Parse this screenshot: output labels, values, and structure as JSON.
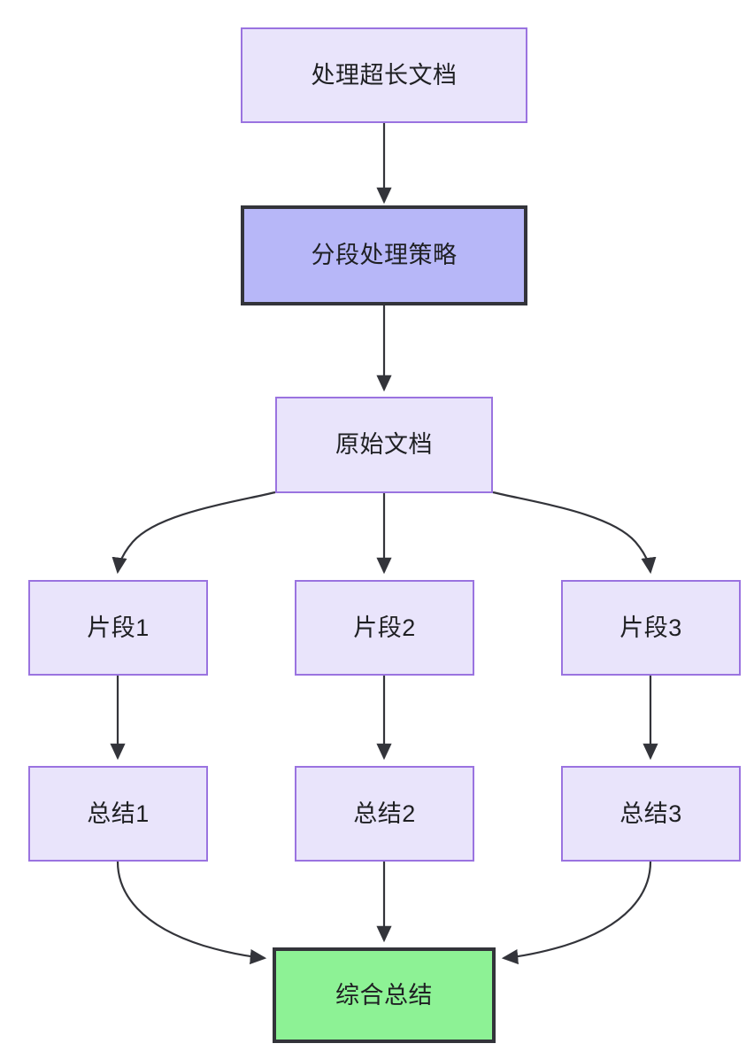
{
  "diagram": {
    "type": "flowchart",
    "direction": "top-down",
    "background_color": "#ffffff",
    "styles": {
      "normal_fill": "#e9e4fb",
      "normal_stroke": "#9a73e0",
      "highlight_fill": "#b7b7f8",
      "highlight_stroke": "#33343a",
      "result_fill": "#8df295",
      "result_stroke": "#33343a",
      "edge_color": "#33343a",
      "text_color": "#1f2023"
    },
    "nodes": [
      {
        "id": "n1",
        "label": "处理超长文档",
        "style": "normal"
      },
      {
        "id": "n2",
        "label": "分段处理策略",
        "style": "highlight"
      },
      {
        "id": "n3",
        "label": "原始文档",
        "style": "normal"
      },
      {
        "id": "n4",
        "label": "片段1",
        "style": "normal"
      },
      {
        "id": "n5",
        "label": "片段2",
        "style": "normal"
      },
      {
        "id": "n6",
        "label": "片段3",
        "style": "normal"
      },
      {
        "id": "n7",
        "label": "总结1",
        "style": "normal"
      },
      {
        "id": "n8",
        "label": "总结2",
        "style": "normal"
      },
      {
        "id": "n9",
        "label": "总结3",
        "style": "normal"
      },
      {
        "id": "n10",
        "label": "综合总结",
        "style": "result"
      }
    ],
    "edges": [
      {
        "from": "处理超长文档",
        "to": "分段处理策略",
        "shape": "straight"
      },
      {
        "from": "分段处理策略",
        "to": "原始文档",
        "shape": "straight"
      },
      {
        "from": "原始文档",
        "to": "片段1",
        "shape": "curved"
      },
      {
        "from": "原始文档",
        "to": "片段2",
        "shape": "straight"
      },
      {
        "from": "原始文档",
        "to": "片段3",
        "shape": "curved"
      },
      {
        "from": "片段1",
        "to": "总结1",
        "shape": "straight"
      },
      {
        "from": "片段2",
        "to": "总结2",
        "shape": "straight"
      },
      {
        "from": "片段3",
        "to": "总结3",
        "shape": "straight"
      },
      {
        "from": "总结1",
        "to": "综合总结",
        "shape": "curved"
      },
      {
        "from": "总结2",
        "to": "综合总结",
        "shape": "straight"
      },
      {
        "from": "总结3",
        "to": "综合总结",
        "shape": "curved"
      }
    ]
  }
}
